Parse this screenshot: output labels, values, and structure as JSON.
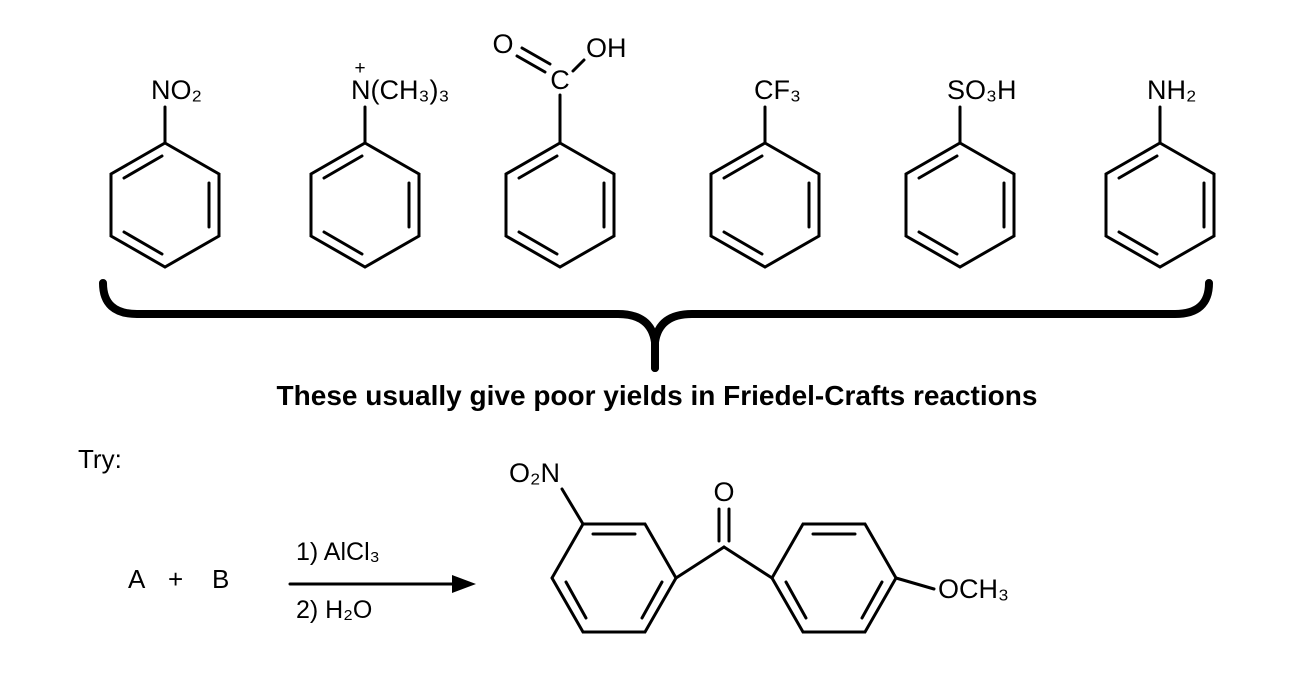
{
  "caption": "These usually give poor yields in Friedel-Crafts reactions",
  "molecules": {
    "nitrobenzene": {
      "label": "NO₂"
    },
    "trimethylanilinium": {
      "label": "N(CH₃)₃",
      "charge": "+"
    },
    "benzoic_acid": {
      "o": "O",
      "c": "C",
      "oh": "OH"
    },
    "trifluoromethylbenzene": {
      "label": "CF₃"
    },
    "benzenesulfonic_acid": {
      "label": "SO₃H"
    },
    "aniline": {
      "label": "NH₂"
    }
  },
  "reaction": {
    "prompt": "Try:",
    "reactant_a": "A",
    "plus": "+",
    "reactant_b": "B",
    "conditions_1": "1) AlCl₃",
    "conditions_2": "2) H₂O"
  },
  "product": {
    "nitro_group": "O₂N",
    "carbonyl_oxygen": "O",
    "methoxy_group": "OCH₃"
  },
  "colors": {
    "ink": "#000000",
    "background": "#ffffff"
  }
}
